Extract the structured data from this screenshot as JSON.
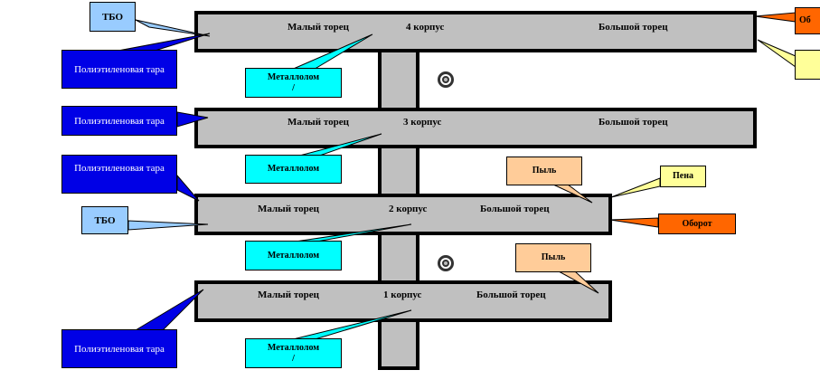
{
  "buildings": [
    {
      "name": "4 корпус",
      "small_end": "Малый торец",
      "big_end": "Большой торец"
    },
    {
      "name": "3 корпус",
      "small_end": "Малый торец",
      "big_end": "Большой торец"
    },
    {
      "name": "2 корпус",
      "small_end": "Малый торец",
      "big_end": "Большой торец"
    },
    {
      "name": "1 корпус",
      "small_end": "Малый торец",
      "big_end": "Большой торец"
    }
  ],
  "callouts": {
    "tbo_top": "ТБО",
    "tbo_mid": "ТБО",
    "poly_1": "Полиэтиленовая тара",
    "poly_2": "Полиэтиленовая тара",
    "poly_3": "Полиэтиленовая тара",
    "poly_4": "Полиэтиленовая тара",
    "metal_1": "Металлолом\n/",
    "metal_2": "Металлолом",
    "metal_3": "Металлолом",
    "metal_4": "Металлолом\n/",
    "orange_top": "Об",
    "yellow_top": "",
    "dust_1": "Пыль",
    "dust_2": "Пыль",
    "foam": "Пена",
    "turnover": "Оборот"
  },
  "colors": {
    "building_fill": "#c0c0c0",
    "building_border": "#000000",
    "blue": "#0000e6",
    "light_blue": "#99ccff",
    "cyan": "#00ffff",
    "orange": "#ff6600",
    "peach": "#ffcc99",
    "yellow": "#ffff99"
  }
}
